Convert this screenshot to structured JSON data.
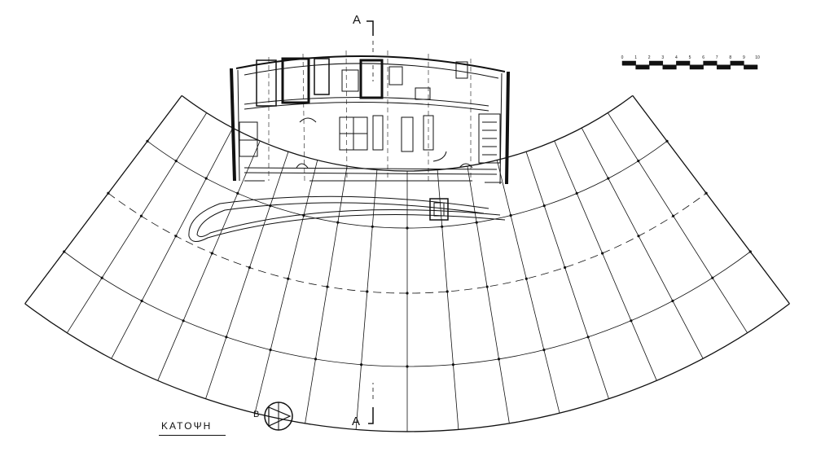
{
  "drawing": {
    "title": "ΚΑΤΟΨΗ",
    "section_marker_top": "A",
    "section_marker_bottom": "A",
    "north_label": "B",
    "scale_labels": [
      "0",
      "1",
      "2",
      "3",
      "4",
      "5",
      "6",
      "7",
      "8",
      "9",
      "10"
    ]
  },
  "colors": {
    "ink": "#111111",
    "paper": "#ffffff"
  }
}
